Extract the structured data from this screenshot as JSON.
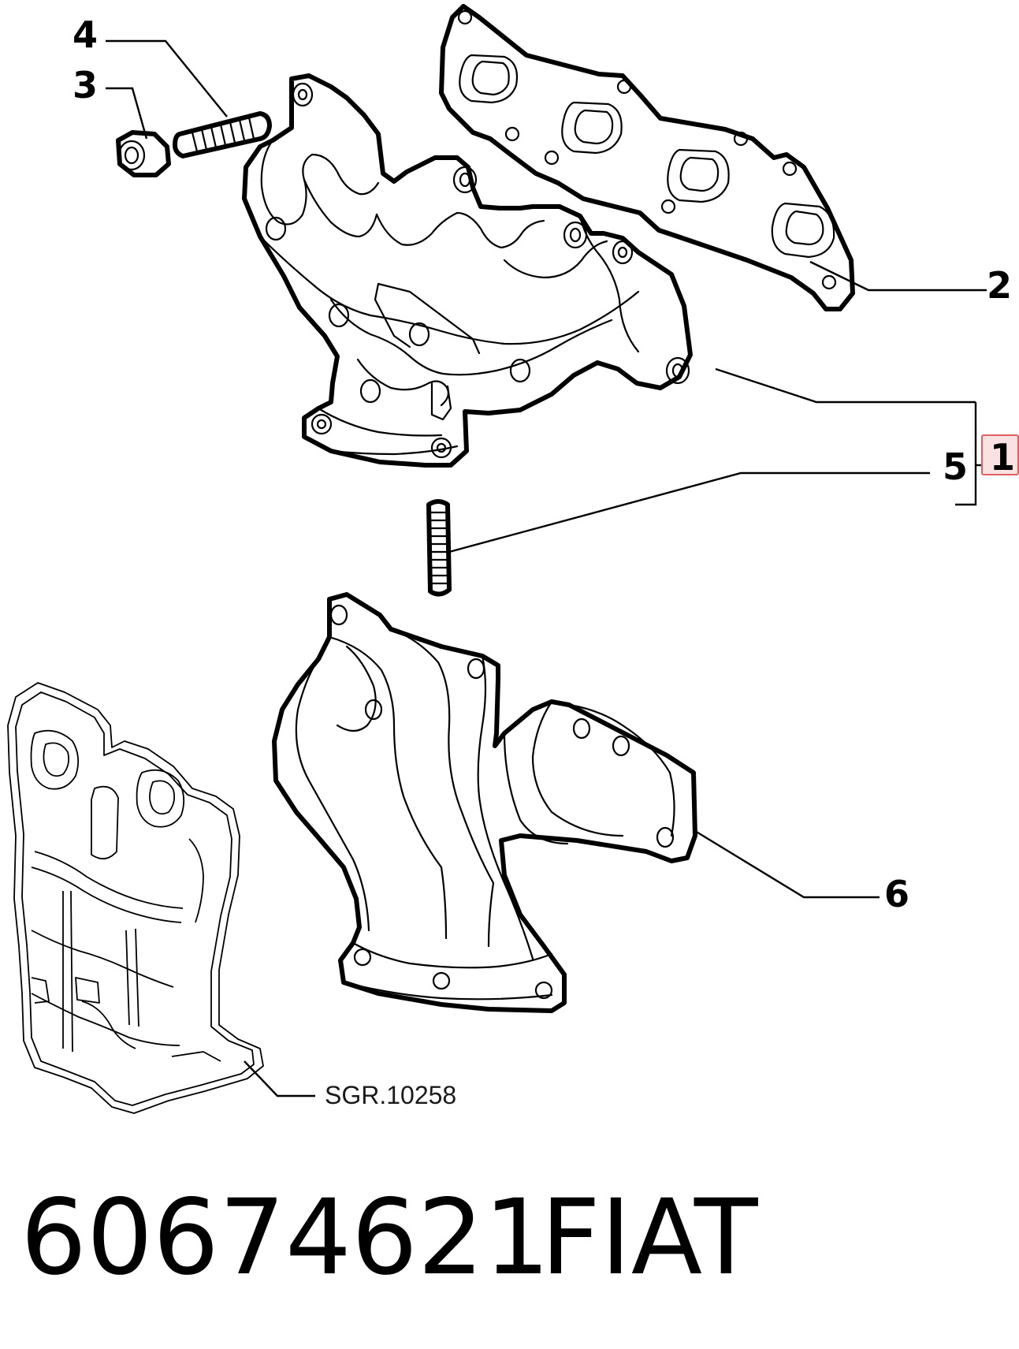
{
  "diagram": {
    "callouts": {
      "c1": "1",
      "c2": "2",
      "c3": "3",
      "c4": "4",
      "c5": "5",
      "c6": "6"
    },
    "reference_label": "SGR.10258",
    "part_number": "60674621",
    "brand": "FIAT",
    "colors": {
      "line": "#000000",
      "background": "#ffffff",
      "highlight_box": "#e06060",
      "highlight_fill": "#fbe2e2"
    }
  }
}
